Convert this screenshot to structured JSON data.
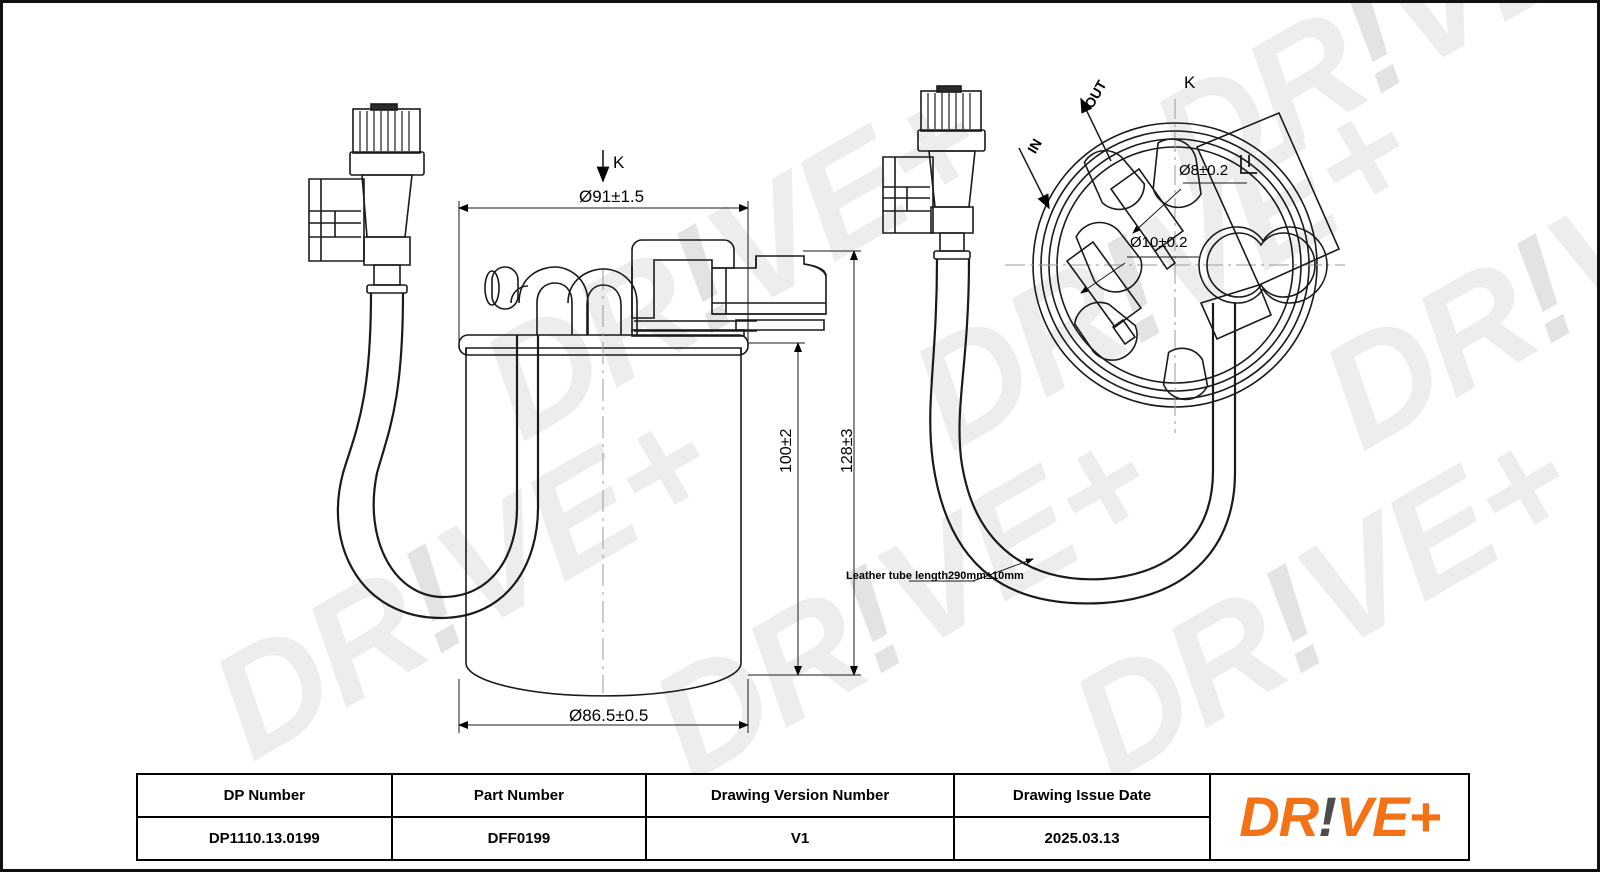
{
  "document": {
    "type": "engineering-drawing",
    "subject": "fuel filter assembly"
  },
  "watermark": {
    "text_main": "DR",
    "text_excl": "!",
    "text_end": "VE+",
    "color": "#ededed"
  },
  "dimensions": {
    "top_diameter": "Ø91±1.5",
    "top_section_marker": "K",
    "bottom_diameter": "Ø86.5±0.5",
    "inner_height": "100±2",
    "overall_height": "128±3",
    "tube_note": "Leather tube length290mm±10mm",
    "view_marker": "K",
    "flow_out": "OUT",
    "flow_in": "IN",
    "hole_small": "Ø8±0.2",
    "hole_large": "Ø10±0.2"
  },
  "title_block": {
    "headers": [
      "DP Number",
      "Part Number",
      "Drawing Version Number",
      "Drawing Issue Date"
    ],
    "values": [
      "DP1110.13.0199",
      "DFF0199",
      "V1",
      "2025.03.13"
    ]
  },
  "brand": {
    "name_part1": "DR",
    "name_excl": "!",
    "name_part2": "VE+",
    "orange": "#f47216",
    "gray": "#4d4d4d"
  }
}
